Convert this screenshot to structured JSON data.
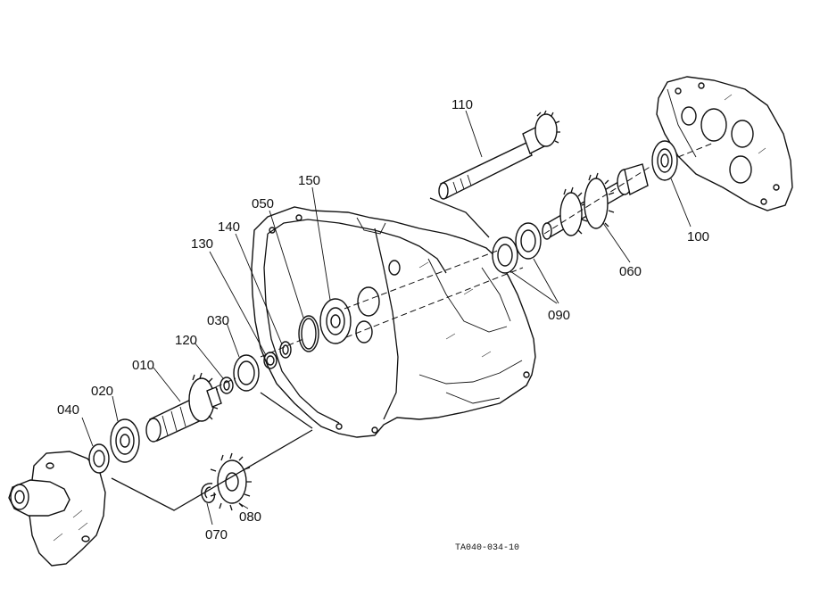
{
  "labels": {
    "p110": "110",
    "p150": "150",
    "p050": "050",
    "p140": "140",
    "p130": "130",
    "p030": "030",
    "p120": "120",
    "p010": "010",
    "p020": "020",
    "p040": "040",
    "p100": "100",
    "p060": "060",
    "p090": "090",
    "p080": "080",
    "p070": "070"
  },
  "caption": "TA040-034-10"
}
